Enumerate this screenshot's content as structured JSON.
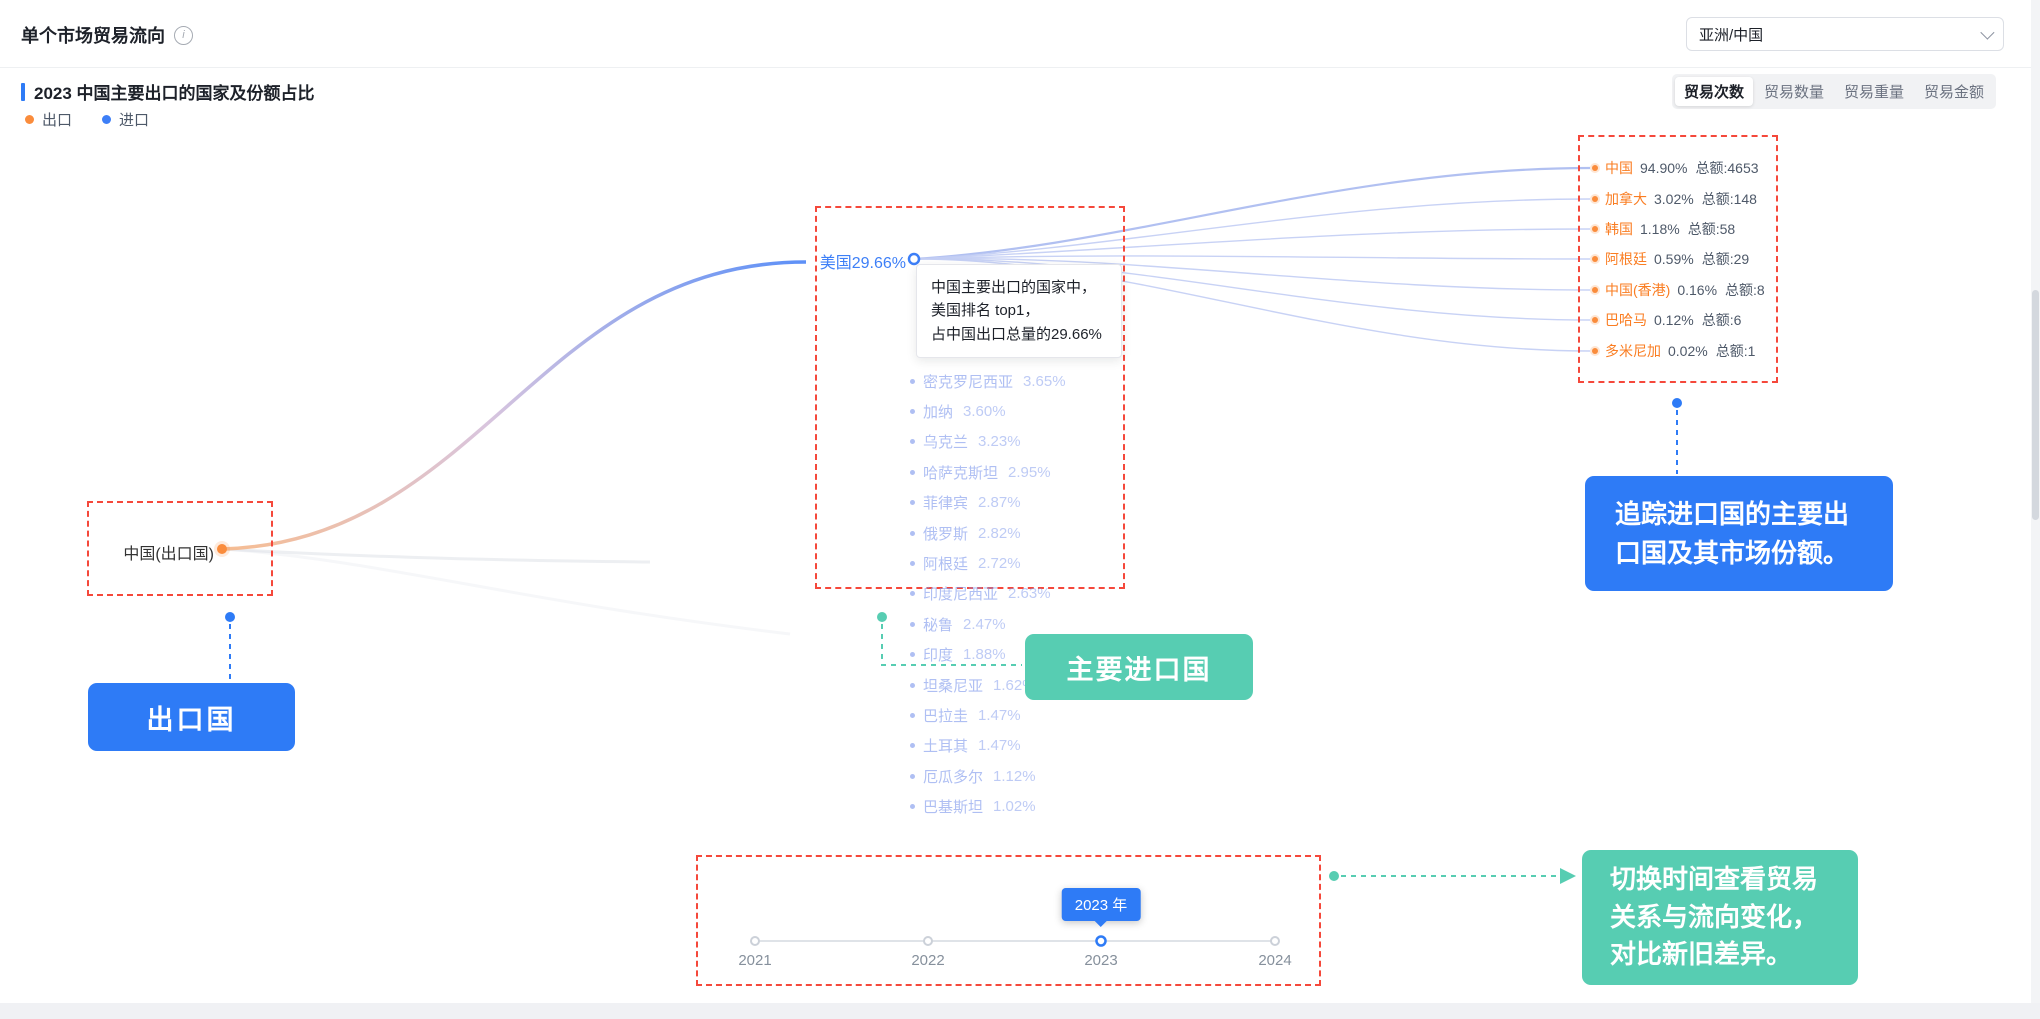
{
  "icons": {
    "info_glyph": "i",
    "chevron_down": "chevron-down"
  },
  "colors": {
    "blue_accent": "#2e7bf6",
    "teal_accent": "#57cdb2",
    "orange_export": "#fa8c3c",
    "blue_import": "#3d7ff7",
    "red_annotation": "#f5483b"
  },
  "header": {
    "title": "单个市场贸易流向",
    "region_select": "亚洲/中国"
  },
  "toolbar": {
    "section_title": "2023 中国主要出口的国家及份额占比",
    "tabs": [
      {
        "label": "贸易次数",
        "active": true
      },
      {
        "label": "贸易数量",
        "active": false
      },
      {
        "label": "贸易重量",
        "active": false
      },
      {
        "label": "贸易金额",
        "active": false
      }
    ]
  },
  "legend": [
    {
      "label": "出口",
      "color": "#fa8c3c"
    },
    {
      "label": "进口",
      "color": "#3d7ff7"
    }
  ],
  "flow": {
    "exporter_label": "中国(出口国)",
    "top_importer_label": "美国29.66%",
    "tooltip_lines": [
      "中国主要出口的国家中，",
      "美国排名 top1，",
      "占中国出口总量的29.66%"
    ],
    "faded_importers": [
      {
        "name": "密克罗尼西亚",
        "value": "3.65%"
      },
      {
        "name": "加纳",
        "value": "3.60%"
      },
      {
        "name": "乌克兰",
        "value": "3.23%"
      },
      {
        "name": "哈萨克斯坦",
        "value": "2.95%"
      },
      {
        "name": "菲律宾",
        "value": "2.87%"
      },
      {
        "name": "俄罗斯",
        "value": "2.82%"
      },
      {
        "name": "阿根廷",
        "value": "2.72%"
      },
      {
        "name": "印度尼西亚",
        "value": "2.63%"
      },
      {
        "name": "秘鲁",
        "value": "2.47%"
      },
      {
        "name": "印度",
        "value": "1.88%"
      },
      {
        "name": "坦桑尼亚",
        "value": "1.62%"
      },
      {
        "name": "巴拉圭",
        "value": "1.47%"
      },
      {
        "name": "土耳其",
        "value": "1.47%"
      },
      {
        "name": "厄瓜多尔",
        "value": "1.12%"
      },
      {
        "name": "巴基斯坦",
        "value": "1.02%"
      }
    ],
    "importer_exporters": [
      {
        "name": "中国",
        "value": "94.90%",
        "amount": "总额:4653"
      },
      {
        "name": "加拿大",
        "value": "3.02%",
        "amount": "总额:148"
      },
      {
        "name": "韩国",
        "value": "1.18%",
        "amount": "总额:58"
      },
      {
        "name": "阿根廷",
        "value": "0.59%",
        "amount": "总额:29"
      },
      {
        "name": "中国(香港)",
        "value": "0.16%",
        "amount": "总额:8"
      },
      {
        "name": "巴哈马",
        "value": "0.12%",
        "amount": "总额:6"
      },
      {
        "name": "多米尼加",
        "value": "0.02%",
        "amount": "总额:1"
      }
    ]
  },
  "annotations": {
    "exporter": "出口国",
    "importers": "主要进口国",
    "track_lines": [
      "追踪进口国的主要出",
      "口国及其市场份额。"
    ],
    "time_lines": [
      "切换时间查看贸易",
      "关系与流向变化，",
      "对比新旧差异。"
    ]
  },
  "timeline": {
    "years": [
      "2021",
      "2022",
      "2023",
      "2024"
    ],
    "selected_label": "2023 年"
  }
}
